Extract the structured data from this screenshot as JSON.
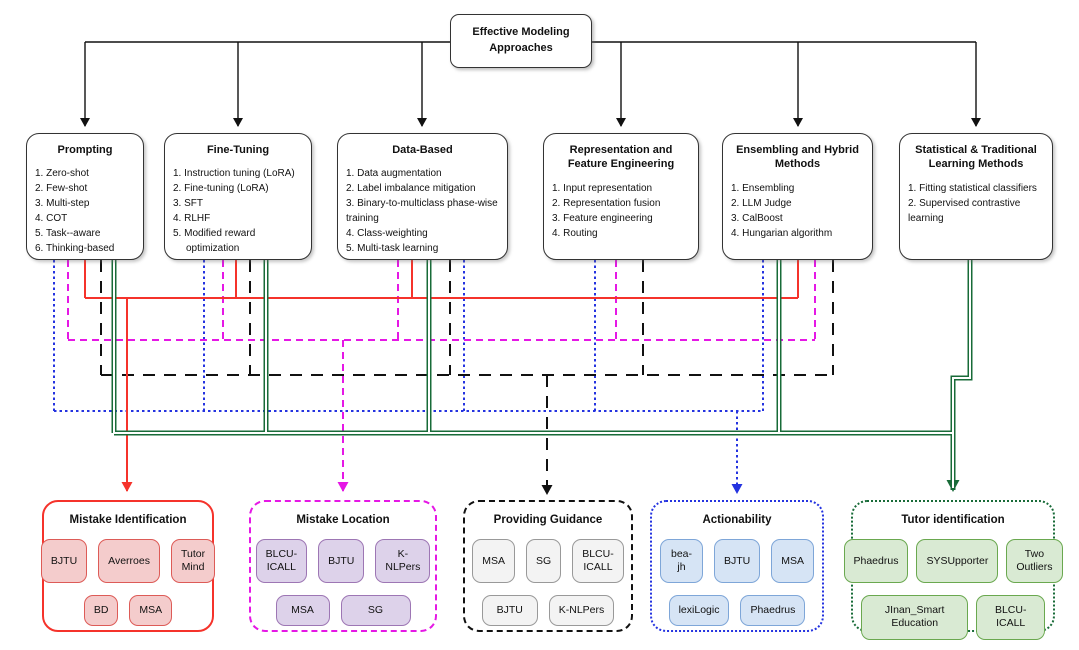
{
  "root": {
    "title": "Effective Modeling Approaches"
  },
  "categories": [
    {
      "title": "Prompting",
      "items": [
        "1. Zero-shot",
        "2. Few-shot",
        "3. Multi-step",
        "4. COT",
        "5. Task--aware",
        "6. Thinking-based"
      ]
    },
    {
      "title": "Fine-Tuning",
      "items": [
        "1. Instruction tuning (LoRA)",
        "2. Fine-tuning (LoRA)",
        "3. SFT",
        "4. RLHF",
        "5. Modified reward optimization"
      ]
    },
    {
      "title": "Data-Based",
      "items": [
        "1. Data augmentation",
        "2. Label imbalance mitigation",
        "3. Binary-to-multiclass phase-wise training",
        "4. Class-weighting",
        "5. Multi-task learning"
      ]
    },
    {
      "title": "Representation and Feature Engineering",
      "items": [
        "1. Input representation",
        "2. Representation fusion",
        "3. Feature engineering",
        "4. Routing"
      ]
    },
    {
      "title": "Ensembling and Hybrid Methods",
      "items": [
        "1. Ensembling",
        "2. LLM Judge",
        "3. CalBoost",
        "4. Hungarian algorithm"
      ]
    },
    {
      "title": "Statistical & Traditional Learning Methods",
      "items": [
        "1. Fitting statistical classifiers",
        "2. Supervised contrastive learning"
      ]
    }
  ],
  "tracks": [
    {
      "title": "Mistake Identification",
      "chips": [
        "BJTU",
        "Averroes",
        "Tutor Mind",
        "BD",
        "MSA"
      ]
    },
    {
      "title": "Mistake Location",
      "chips": [
        "BLCU-ICALL",
        "BJTU",
        "K-NLPers",
        "MSA",
        "SG"
      ]
    },
    {
      "title": "Providing Guidance",
      "chips": [
        "MSA",
        "SG",
        "BLCU-ICALL",
        "BJTU",
        "K-NLPers"
      ]
    },
    {
      "title": "Actionability",
      "chips": [
        "bea-jh",
        "BJTU",
        "MSA",
        "lexiLogic",
        "Phaedrus"
      ]
    },
    {
      "title": "Tutor identification",
      "chips": [
        "Phaedrus",
        "SYSUpporter",
        "Two Outliers",
        "JInan_Smart Education",
        "BLCU-ICALL"
      ]
    }
  ],
  "colors": {
    "line_red": "#f5332b",
    "line_magenta": "#e518e5",
    "line_blue": "#2433e0",
    "line_green": "#186b38",
    "line_black": "#111111",
    "chip_red_bg": "#f4cccc",
    "chip_red_border": "#dd5b57",
    "chip_purple_bg": "#ddd2ea",
    "chip_purple_border": "#9d76b4",
    "chip_gray_bg": "#f3f3f3",
    "chip_gray_border": "#999999",
    "chip_blue_bg": "#d6e4f5",
    "chip_blue_border": "#7ea6d8",
    "chip_green_bg": "#d9ead3",
    "chip_green_border": "#6aa84f",
    "box_border": "#333333"
  }
}
